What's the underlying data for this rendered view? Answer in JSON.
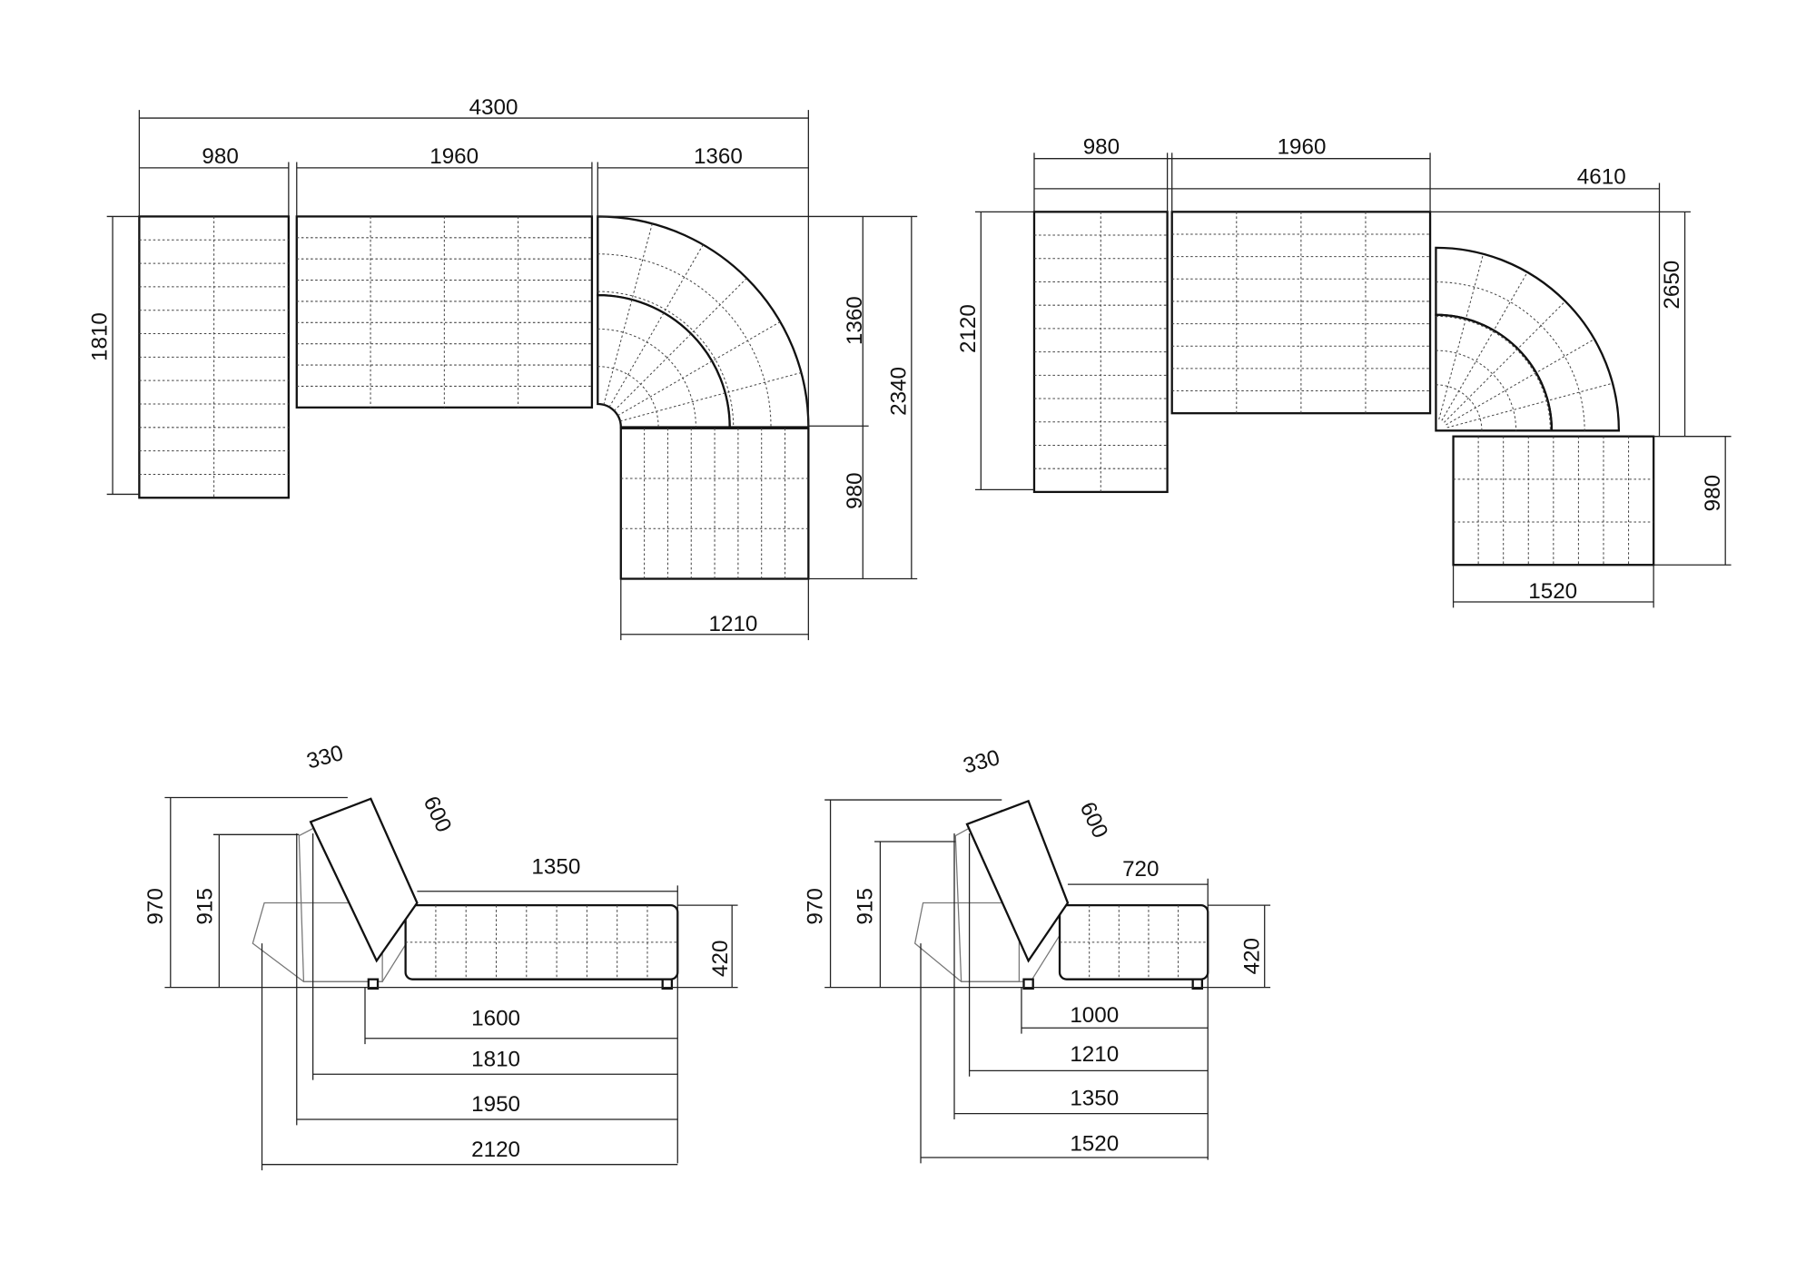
{
  "plan_a": {
    "overall_width": "4300",
    "module_widths": [
      "980",
      "1960",
      "1360"
    ],
    "depth_left": "1810",
    "corner_depth": "1360",
    "overall_depth": "2340",
    "bottom_depth": "980",
    "bottom_width": "1210"
  },
  "plan_b": {
    "module_widths": [
      "980",
      "1960"
    ],
    "overall_width": "4610",
    "depth_left": "2120",
    "overall_depth": "2650",
    "bottom_depth": "980",
    "bottom_width": "1520"
  },
  "side_a": {
    "back_thickness": "330",
    "back_height": "600",
    "seat_length": "1350",
    "seat_height": "420",
    "overall_height": "970",
    "back_top_height": "915",
    "widths": [
      "1600",
      "1810",
      "1950",
      "2120"
    ]
  },
  "side_b": {
    "back_thickness": "330",
    "back_height": "600",
    "seat_length": "720",
    "seat_height": "420",
    "overall_height": "970",
    "back_top_height": "915",
    "widths": [
      "1000",
      "1210",
      "1350",
      "1520"
    ]
  }
}
